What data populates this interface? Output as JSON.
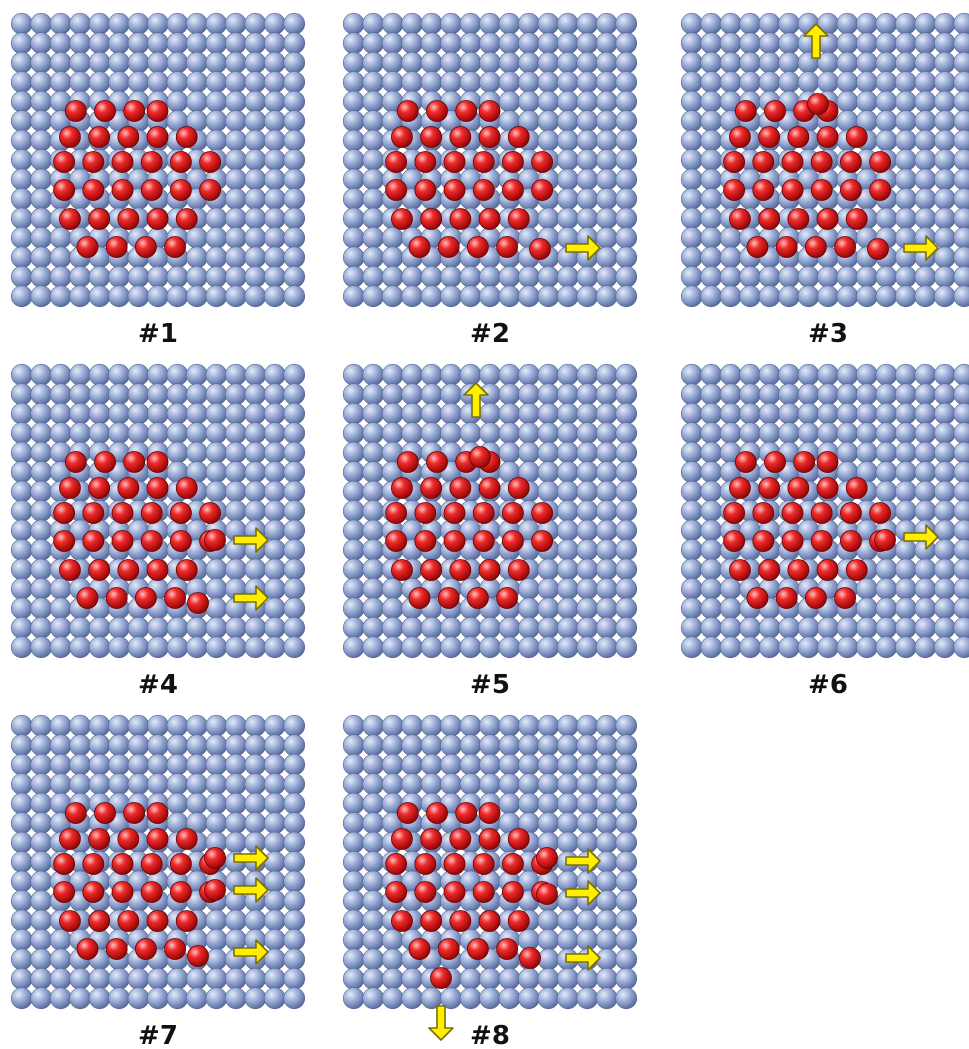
{
  "colors": {
    "substrate_atom": "#8c9fcc",
    "adatom": "#d61c1c",
    "arrow_fill": "#ffee00",
    "arrow_stroke": "#7a7000",
    "background": "#ffffff"
  },
  "panels": [
    {
      "label": "#1",
      "arrows": []
    },
    {
      "label": "#2",
      "arrows": [
        {
          "direction": "right"
        }
      ]
    },
    {
      "label": "#3",
      "arrows": [
        {
          "direction": "up"
        },
        {
          "direction": "right"
        }
      ]
    },
    {
      "label": "#4",
      "arrows": [
        {
          "direction": "right"
        },
        {
          "direction": "right"
        }
      ]
    },
    {
      "label": "#5",
      "arrows": [
        {
          "direction": "up"
        }
      ]
    },
    {
      "label": "#6",
      "arrows": [
        {
          "direction": "right"
        }
      ]
    },
    {
      "label": "#7",
      "arrows": [
        {
          "direction": "right"
        },
        {
          "direction": "right"
        },
        {
          "direction": "right"
        }
      ]
    },
    {
      "label": "#8",
      "arrows": [
        {
          "direction": "right"
        },
        {
          "direction": "right"
        },
        {
          "direction": "right"
        },
        {
          "direction": "down"
        }
      ]
    }
  ]
}
